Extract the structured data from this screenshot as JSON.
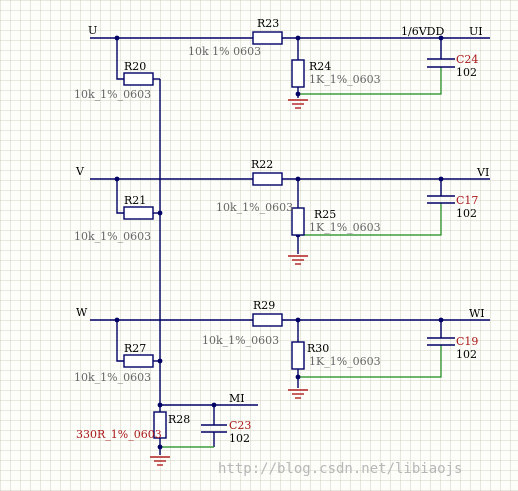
{
  "nets": {
    "u": "U",
    "v": "V",
    "w": "W",
    "ui": "UI",
    "vi": "VI",
    "wi": "WI",
    "mi": "MI",
    "vdd": "1/6VDD"
  },
  "resistors": {
    "r20": {
      "ref": "R20",
      "value": "10k_1%_0603"
    },
    "r21": {
      "ref": "R21",
      "value": "10k_1%_0603"
    },
    "r27": {
      "ref": "R27",
      "value": "10k_1%_0603"
    },
    "r23": {
      "ref": "R23",
      "value": "10k 1% 0603"
    },
    "r22": {
      "ref": "R22",
      "value": "10k_1%_0603"
    },
    "r29": {
      "ref": "R29",
      "value": "10k_1%_0603"
    },
    "r24": {
      "ref": "R24",
      "value": "1K_1%_0603"
    },
    "r25": {
      "ref": "R25",
      "value": "1K_1%_0603"
    },
    "r30": {
      "ref": "R30",
      "value": "1K_1%_0603"
    },
    "r28": {
      "ref": "R28",
      "value": "330R_1%_0603"
    }
  },
  "capacitors": {
    "c24": {
      "ref": "C24",
      "value": "102"
    },
    "c17": {
      "ref": "C17",
      "value": "102"
    },
    "c19": {
      "ref": "C19",
      "value": "102"
    },
    "c23": {
      "ref": "C23",
      "value": "102"
    }
  },
  "watermark": "http://blog.csdn.net/libiaojs",
  "colors": {
    "wire": "#000066",
    "ground_wire": "#1a8a1a",
    "ground_symbol": "#b02020",
    "cap_designator": "#aa1a1a"
  }
}
